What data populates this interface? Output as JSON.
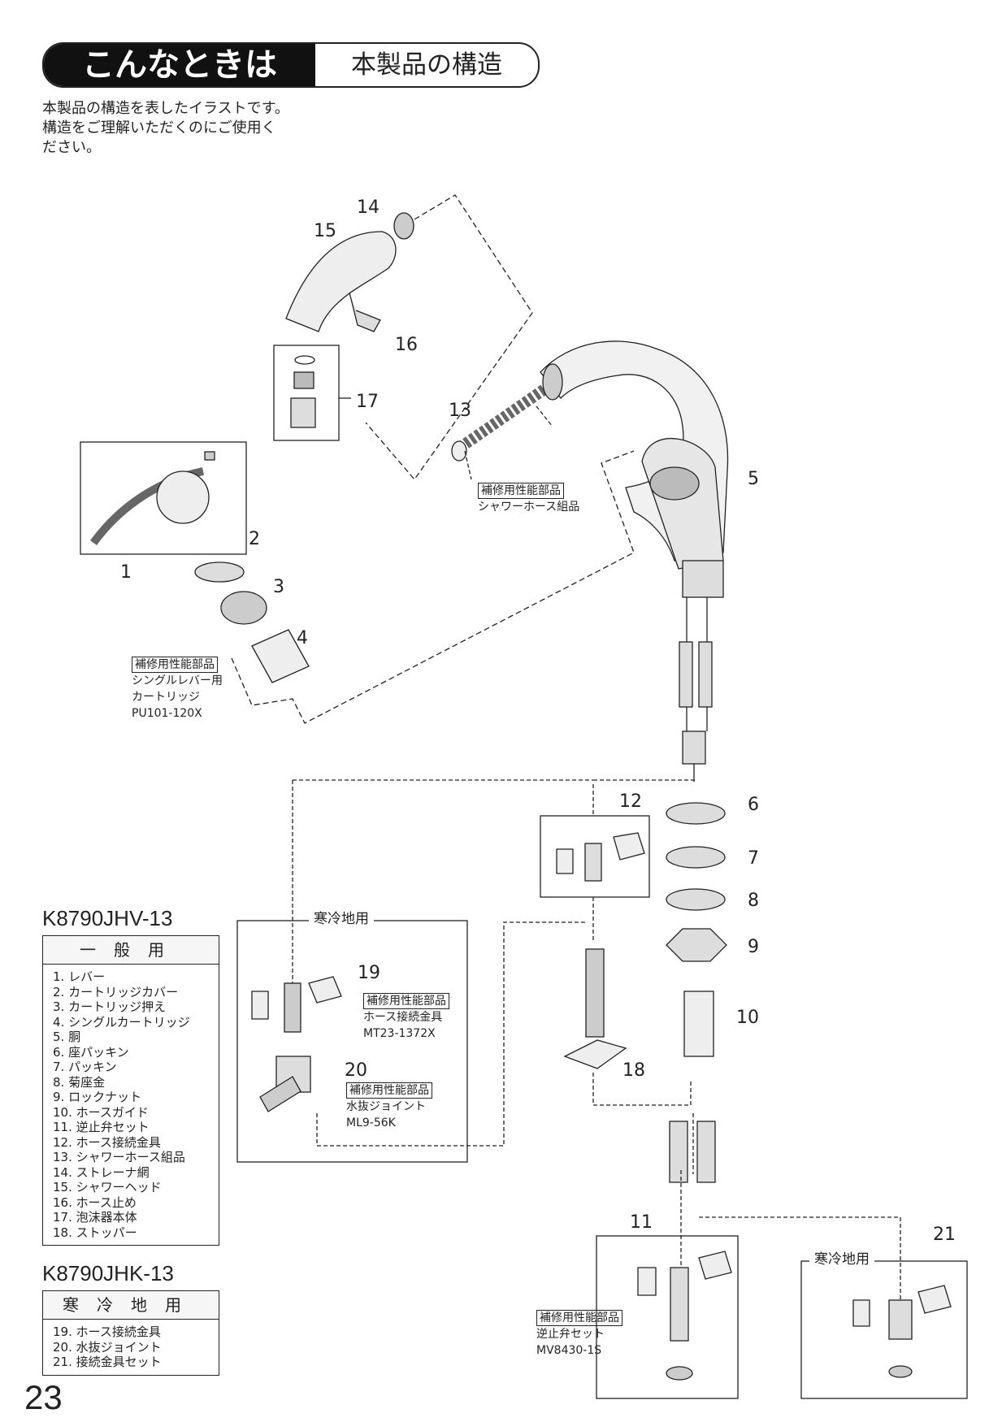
{
  "header": {
    "badge": "こんなときは",
    "title": "本製品の構造"
  },
  "intro": [
    "本製品の構造を表したイラストです。",
    "構造をご理解いただくのにご使用く",
    "ださい。"
  ],
  "callouts": [
    "1",
    "2",
    "3",
    "4",
    "5",
    "6",
    "7",
    "8",
    "9",
    "10",
    "11",
    "12",
    "13",
    "14",
    "15",
    "16",
    "17",
    "18",
    "19",
    "20",
    "21"
  ],
  "boxes": {
    "shower_hose": {
      "tag": "補修用性能部品",
      "name": "シャワーホース組品"
    },
    "cartridge": {
      "tag": "補修用性能部品",
      "name1": "シングルレバー用",
      "name2": "カートリッジ",
      "code": "PU101-120X"
    },
    "cold_area_label": "寒冷地用",
    "hose_fitting": {
      "tag": "補修用性能部品",
      "name": "ホース接続金具",
      "code": "MT23-1372X"
    },
    "drain_joint": {
      "tag": "補修用性能部品",
      "name": "水抜ジョイント",
      "code": "ML9-56K"
    },
    "check_valve": {
      "tag": "補修用性能部品",
      "name": "逆止弁セット",
      "code": "MV8430-1S"
    },
    "cold_area_label_2": "寒冷地用"
  },
  "model_general": {
    "code": "K8790JHV-13",
    "header": "一般用",
    "items": [
      "1. レバー",
      "2. カートリッジカバー",
      "3. カートリッジ押え",
      "4. シングルカートリッジ",
      "5. 胴",
      "6. 座パッキン",
      "7. パッキン",
      "8. 菊座金",
      "9. ロックナット",
      "10. ホースガイド",
      "11. 逆止弁セット",
      "12. ホース接続金具",
      "13. シャワーホース組品",
      "14. ストレーナ網",
      "15. シャワーヘッド",
      "16. ホース止め",
      "17. 泡沫器本体",
      "18. ストッパー"
    ]
  },
  "model_cold": {
    "code": "K8790JHK-13",
    "header": "寒冷地用",
    "items": [
      "19. ホース接続金具",
      "20. 水抜ジョイント",
      "21. 接続金具セット"
    ]
  },
  "page_number": "23"
}
